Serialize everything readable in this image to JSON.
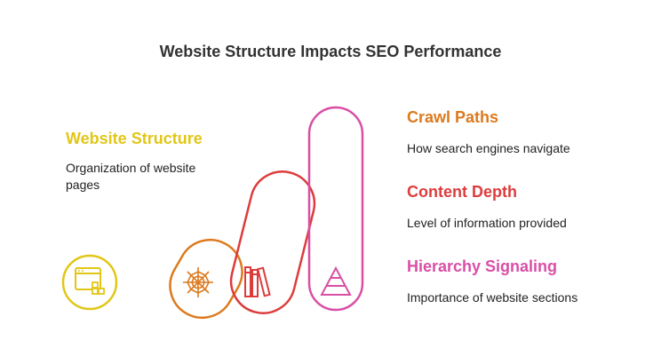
{
  "title": "Website Structure Impacts SEO Performance",
  "colors": {
    "website_structure": "#E2C616",
    "crawl_paths": "#DC7A1E",
    "content_depth": "#DD3C3C",
    "hierarchy_signaling": "#D94FA6"
  },
  "left_item": {
    "heading": "Website Structure",
    "description": "Organization of website pages",
    "icon": "website-layout-icon"
  },
  "items": [
    {
      "key": "crawl",
      "heading": "Crawl Paths",
      "description": "How search engines navigate",
      "icon": "spider-web-icon"
    },
    {
      "key": "content",
      "heading": "Content Depth",
      "description": "Level of information provided",
      "icon": "books-icon"
    },
    {
      "key": "hierarchy",
      "heading": "Hierarchy Signaling",
      "description": "Importance of website sections",
      "icon": "pyramid-icon"
    }
  ]
}
